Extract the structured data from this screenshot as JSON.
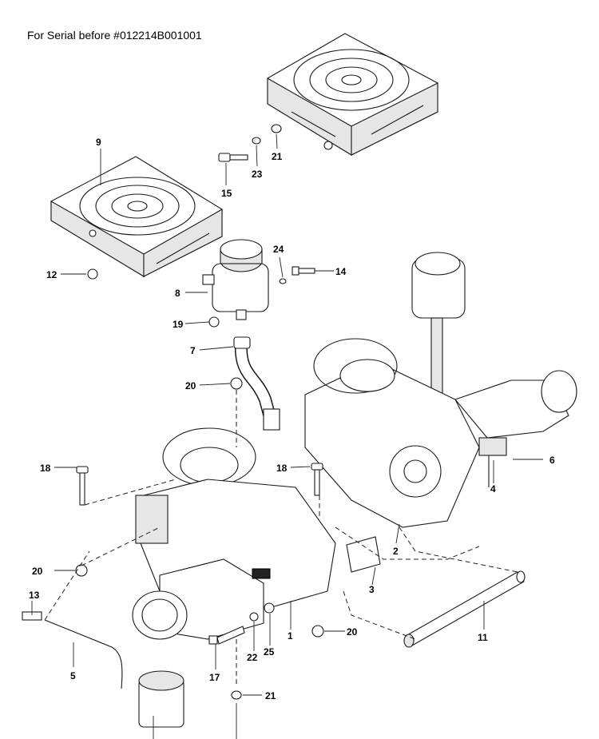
{
  "header": {
    "title": "For Serial before #012214B001001"
  },
  "callouts": [
    {
      "id": "c9",
      "text": "9"
    },
    {
      "id": "c23",
      "text": "23"
    },
    {
      "id": "c21a",
      "text": "21"
    },
    {
      "id": "c15",
      "text": "15"
    },
    {
      "id": "c24",
      "text": "24"
    },
    {
      "id": "c14",
      "text": "14"
    },
    {
      "id": "c12",
      "text": "12"
    },
    {
      "id": "c8",
      "text": "8"
    },
    {
      "id": "c19",
      "text": "19"
    },
    {
      "id": "c7",
      "text": "7"
    },
    {
      "id": "c20a",
      "text": "20"
    },
    {
      "id": "c18a",
      "text": "18"
    },
    {
      "id": "c18b",
      "text": "18"
    },
    {
      "id": "c6",
      "text": "6"
    },
    {
      "id": "c4",
      "text": "4"
    },
    {
      "id": "c2",
      "text": "2"
    },
    {
      "id": "c20b",
      "text": "20"
    },
    {
      "id": "c3",
      "text": "3"
    },
    {
      "id": "c13",
      "text": "13"
    },
    {
      "id": "c1",
      "text": "1"
    },
    {
      "id": "c25",
      "text": "25"
    },
    {
      "id": "c22",
      "text": "22"
    },
    {
      "id": "c20c",
      "text": "20"
    },
    {
      "id": "c11",
      "text": "11"
    },
    {
      "id": "c5",
      "text": "5"
    },
    {
      "id": "c17",
      "text": "17"
    },
    {
      "id": "c21b",
      "text": "21"
    }
  ]
}
